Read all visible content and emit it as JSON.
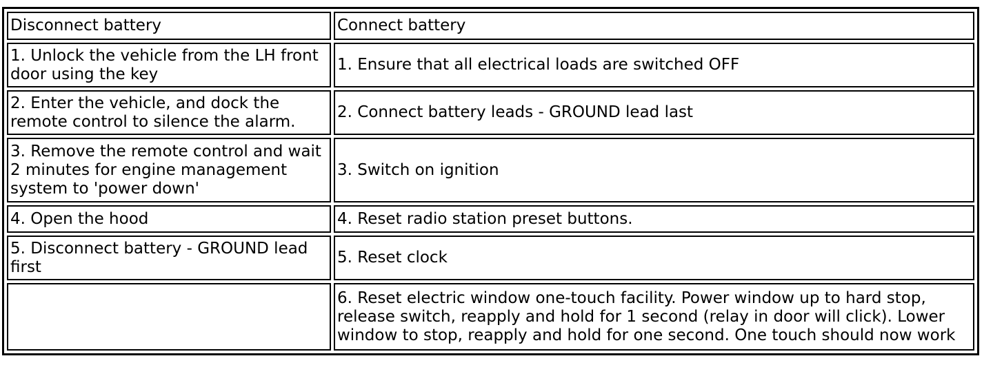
{
  "colors": {
    "background": "#ffffff",
    "border": "#000000",
    "text": "#000000"
  },
  "table": {
    "headers": {
      "left": "Disconnect battery",
      "right": "Connect battery"
    },
    "rows": [
      {
        "left": "1. Unlock the vehicle from the LH front door using the key",
        "right": "1. Ensure that all electrical loads are switched OFF"
      },
      {
        "left": "2. Enter the vehicle, and dock the remote control to silence the alarm.",
        "right": "2. Connect battery leads - GROUND lead last"
      },
      {
        "left": "3. Remove the remote control and wait 2 minutes for engine management system to 'power down'",
        "right": "3. Switch on ignition"
      },
      {
        "left": "4. Open the hood",
        "right": "4. Reset radio station preset buttons."
      },
      {
        "left": "5. Disconnect battery - GROUND lead first",
        "right": "5. Reset clock"
      },
      {
        "left": "",
        "right": "6. Reset electric window one-touch facility. Power window up to hard stop, release switch, reapply and hold for 1 second (relay in door will click). Lower window to stop, reapply and hold for one second. One touch should now work"
      }
    ]
  }
}
